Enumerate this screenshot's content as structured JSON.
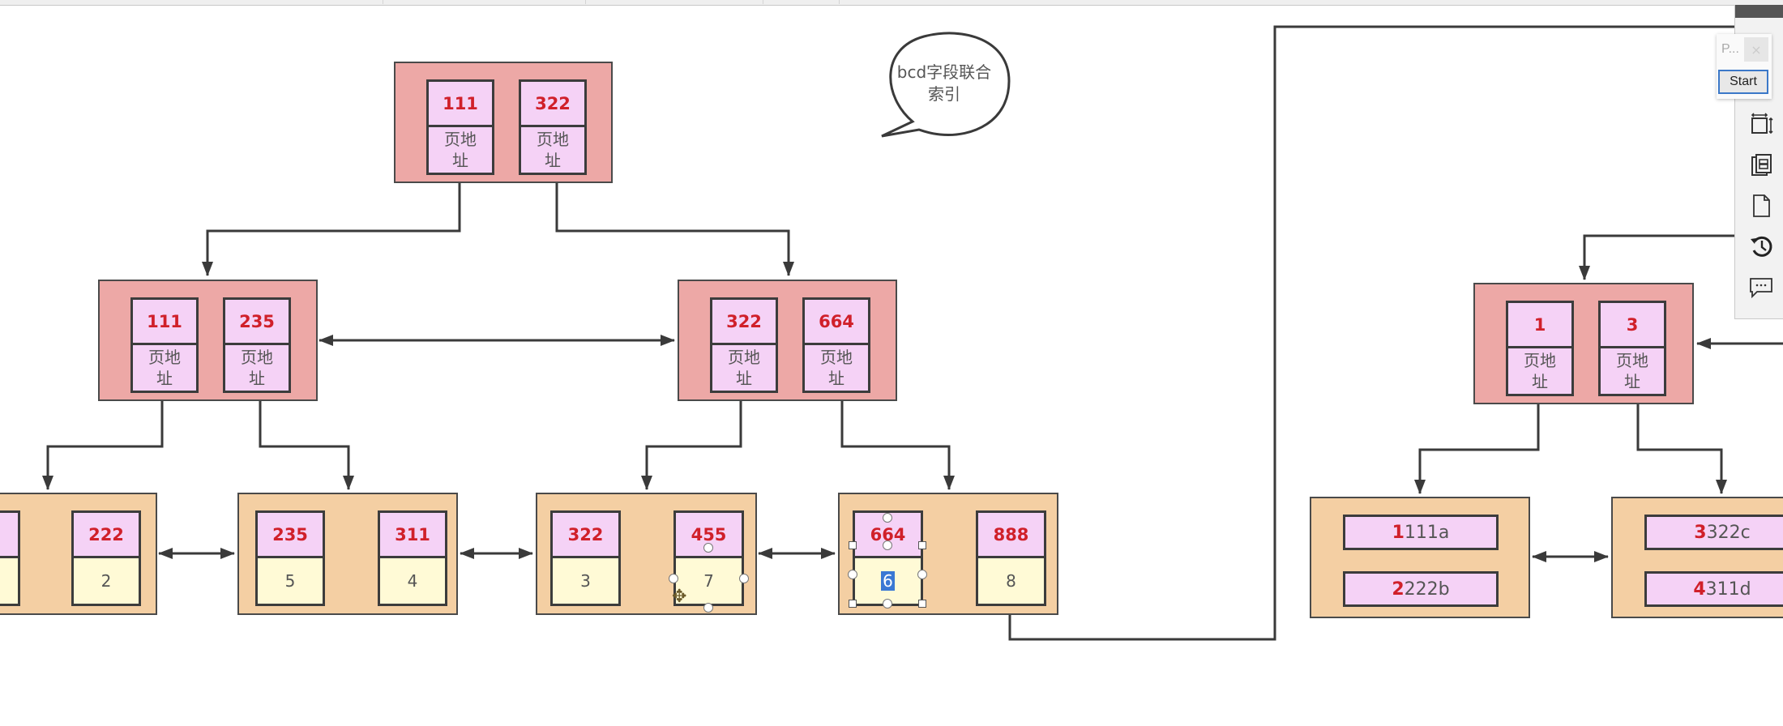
{
  "annotation": {
    "callout_text_line1": "bcd字段联合",
    "callout_text_line2": "索引"
  },
  "tree_left": {
    "root": {
      "keys": [
        {
          "key": "111",
          "ptr": "页地址"
        },
        {
          "key": "322",
          "ptr": "页地址"
        }
      ]
    },
    "level2": [
      {
        "keys": [
          {
            "key": "111",
            "ptr": "页地址"
          },
          {
            "key": "235",
            "ptr": "页地址"
          }
        ]
      },
      {
        "keys": [
          {
            "key": "322",
            "ptr": "页地址"
          },
          {
            "key": "664",
            "ptr": "页地址"
          }
        ]
      }
    ],
    "leaves": [
      {
        "entries": [
          {
            "key": "",
            "value": ""
          },
          {
            "key": "222",
            "value": "2"
          }
        ]
      },
      {
        "entries": [
          {
            "key": "235",
            "value": "5"
          },
          {
            "key": "311",
            "value": "4"
          }
        ]
      },
      {
        "entries": [
          {
            "key": "322",
            "value": "3"
          },
          {
            "key": "455",
            "value": "7"
          }
        ]
      },
      {
        "entries": [
          {
            "key": "664",
            "value": "6"
          },
          {
            "key": "888",
            "value": "8"
          }
        ]
      }
    ],
    "selected_leaf_value": "6"
  },
  "tree_right": {
    "root": {
      "keys": [
        {
          "key": "1",
          "ptr": "页地址"
        },
        {
          "key": "3",
          "ptr": "页地址"
        }
      ]
    },
    "leaves": [
      {
        "rows": [
          {
            "lead": "1",
            "rest": "111a"
          },
          {
            "lead": "2",
            "rest": "222b"
          }
        ]
      },
      {
        "rows": [
          {
            "lead": "3",
            "rest": "322c"
          },
          {
            "lead": "4",
            "rest": "311d"
          }
        ]
      }
    ]
  },
  "popup": {
    "title": "P...",
    "close_label": "×",
    "start_label": "Start"
  },
  "sidepanel": {
    "icons": [
      "fit-page-icon",
      "pages-icon",
      "blank-page-icon",
      "history-icon",
      "comment-icon"
    ]
  }
}
